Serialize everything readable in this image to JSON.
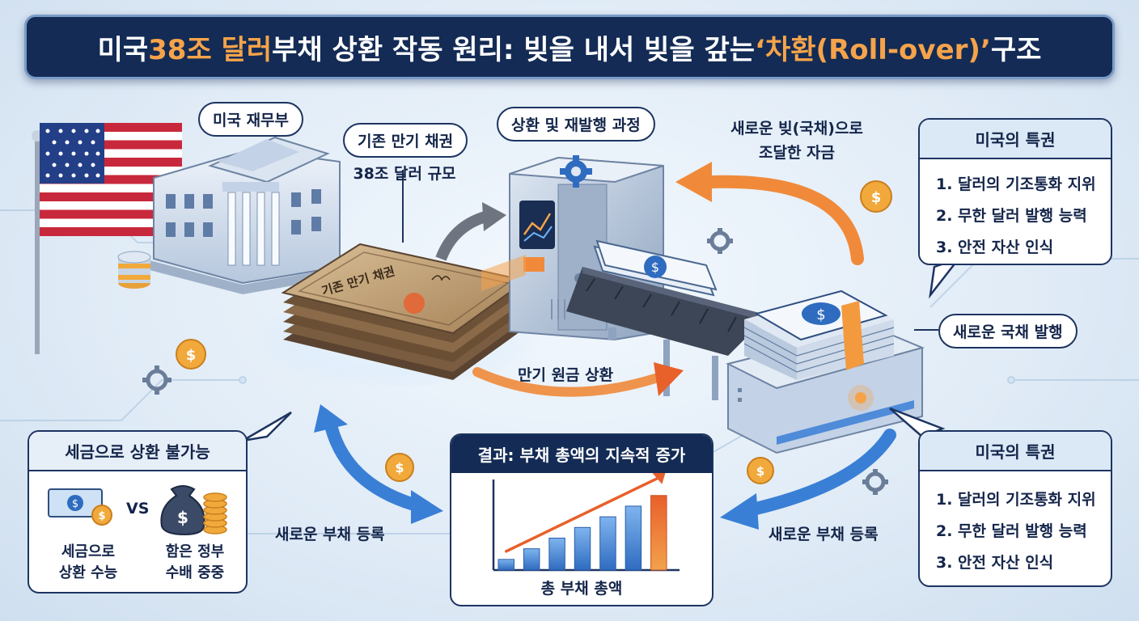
{
  "title": {
    "prefix": "미국 ",
    "highlight1": "38조 달러",
    "middle": " 부채 상환 작동 원리: 빚을 내서 빚을 갚는 ",
    "highlight2": "‘차환(Roll-over)’",
    "suffix": " 구조"
  },
  "treasury": {
    "label": "미국 재무부"
  },
  "old_bonds": {
    "label": "기존 만기 채권",
    "sublabel": "38조 달러 규모",
    "document_text": "기존 만기 채권"
  },
  "process": {
    "label": "상환 및 재발행 과정"
  },
  "new_funds": {
    "line1": "새로운 빚(국채)으로",
    "line2": "조달한 자금"
  },
  "privilege_top": {
    "header": "미국의 특권",
    "items": [
      "1. 달러의 기조통화 지위",
      "2. 무한 달러 발행 능력",
      "3. 안전 자산 인식"
    ]
  },
  "privilege_bottom": {
    "header": "미국의 특권",
    "items": [
      "1. 달러의 기조통화 지위",
      "2. 무한 달러 발행 능력",
      "3. 안전 자산 인식"
    ]
  },
  "new_issue": {
    "label": "새로운 국채 발행"
  },
  "maturity_repay": {
    "label": "만기 원금 상환"
  },
  "new_debt_left": {
    "label": "새로운 부채 등록"
  },
  "new_debt_right": {
    "label": "새로운 부채 등록"
  },
  "tax_box": {
    "header": "세금으로 상환 불가능",
    "vs": "VS",
    "left_line1": "세금으로",
    "left_line2": "상환 수능",
    "right_line1": "함은 정부",
    "right_line2": "수배 중중"
  },
  "result": {
    "header": "결과: 부채 총액의 지속적 증가",
    "xlabel": "총 부채 총액"
  },
  "chart_data": {
    "type": "bar",
    "title": "결과: 부채 총액의 지속적 증가",
    "xlabel": "총 부채 총액",
    "ylabel": "",
    "categories": [
      "",
      "",
      "",
      "",
      "",
      "",
      ""
    ],
    "values": [
      1,
      2,
      3,
      4,
      5,
      6,
      7
    ],
    "ylim": [
      0,
      8.5
    ],
    "trend": "increasing",
    "grid": false
  },
  "colors": {
    "navy": "#132b55",
    "accent_orange": "#f5a34a",
    "bar_top": "#f58a3c",
    "bar_base": "#3a78c9",
    "flow_orange": "#f08a3a",
    "flow_blue": "#3a7fd6",
    "coin": "#f2a93b"
  },
  "icons": [
    "us-flag-icon",
    "treasury-building-icon",
    "coin-stack-icon",
    "gear-icon",
    "dollar-coin-icon",
    "machine-icon",
    "conveyor-belt-icon",
    "cash-stack-icon",
    "money-bag-icon",
    "banknote-icon"
  ]
}
